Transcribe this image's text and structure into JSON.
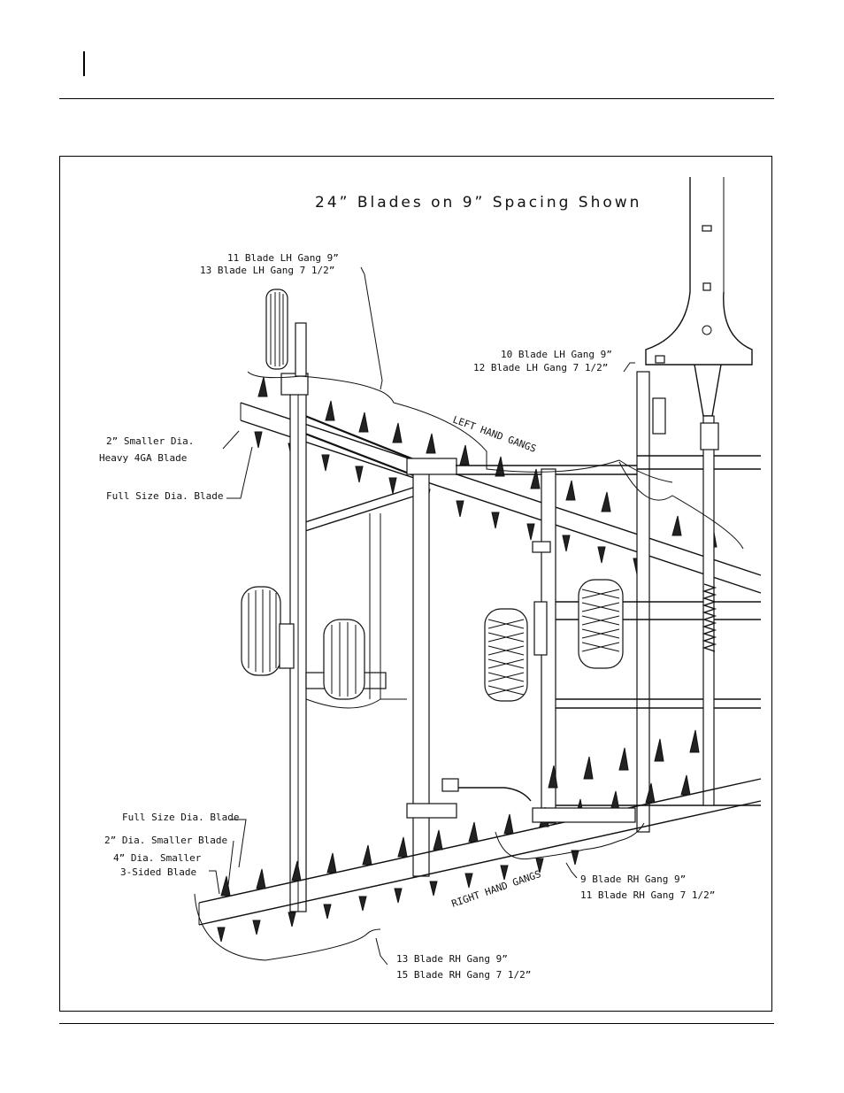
{
  "figure": {
    "title": "24” Blades on 9” Spacing Shown",
    "section_labels": {
      "left_hand_gangs": "LEFT HAND GANGS",
      "right_hand_gangs": "RIGHT HAND GANGS"
    },
    "callouts": {
      "lh_outer_line1": "11 Blade LH Gang 9”",
      "lh_outer_line2": "13 Blade LH Gang 7 1/2”",
      "lh_inner_line1": "10 Blade LH Gang 9”",
      "lh_inner_line2": "12 Blade LH Gang 7 1/2”",
      "smaller_heavy_line1": "2” Smaller Dia.",
      "smaller_heavy_line2": "Heavy 4GA Blade",
      "full_size_front": "Full Size Dia. Blade",
      "full_size_rear": "Full Size Dia. Blade",
      "two_smaller_rear": "2” Dia. Smaller Blade",
      "four_smaller_line1": "4” Dia. Smaller",
      "four_smaller_line2": "3-Sided Blade",
      "rh_inner_line1": "9 Blade RH Gang 9”",
      "rh_inner_line2": "11 Blade RH Gang 7 1/2”",
      "rh_outer_line1": "13 Blade RH Gang 9”",
      "rh_outer_line2": "15 Blade RH Gang 7 1/2”"
    }
  }
}
